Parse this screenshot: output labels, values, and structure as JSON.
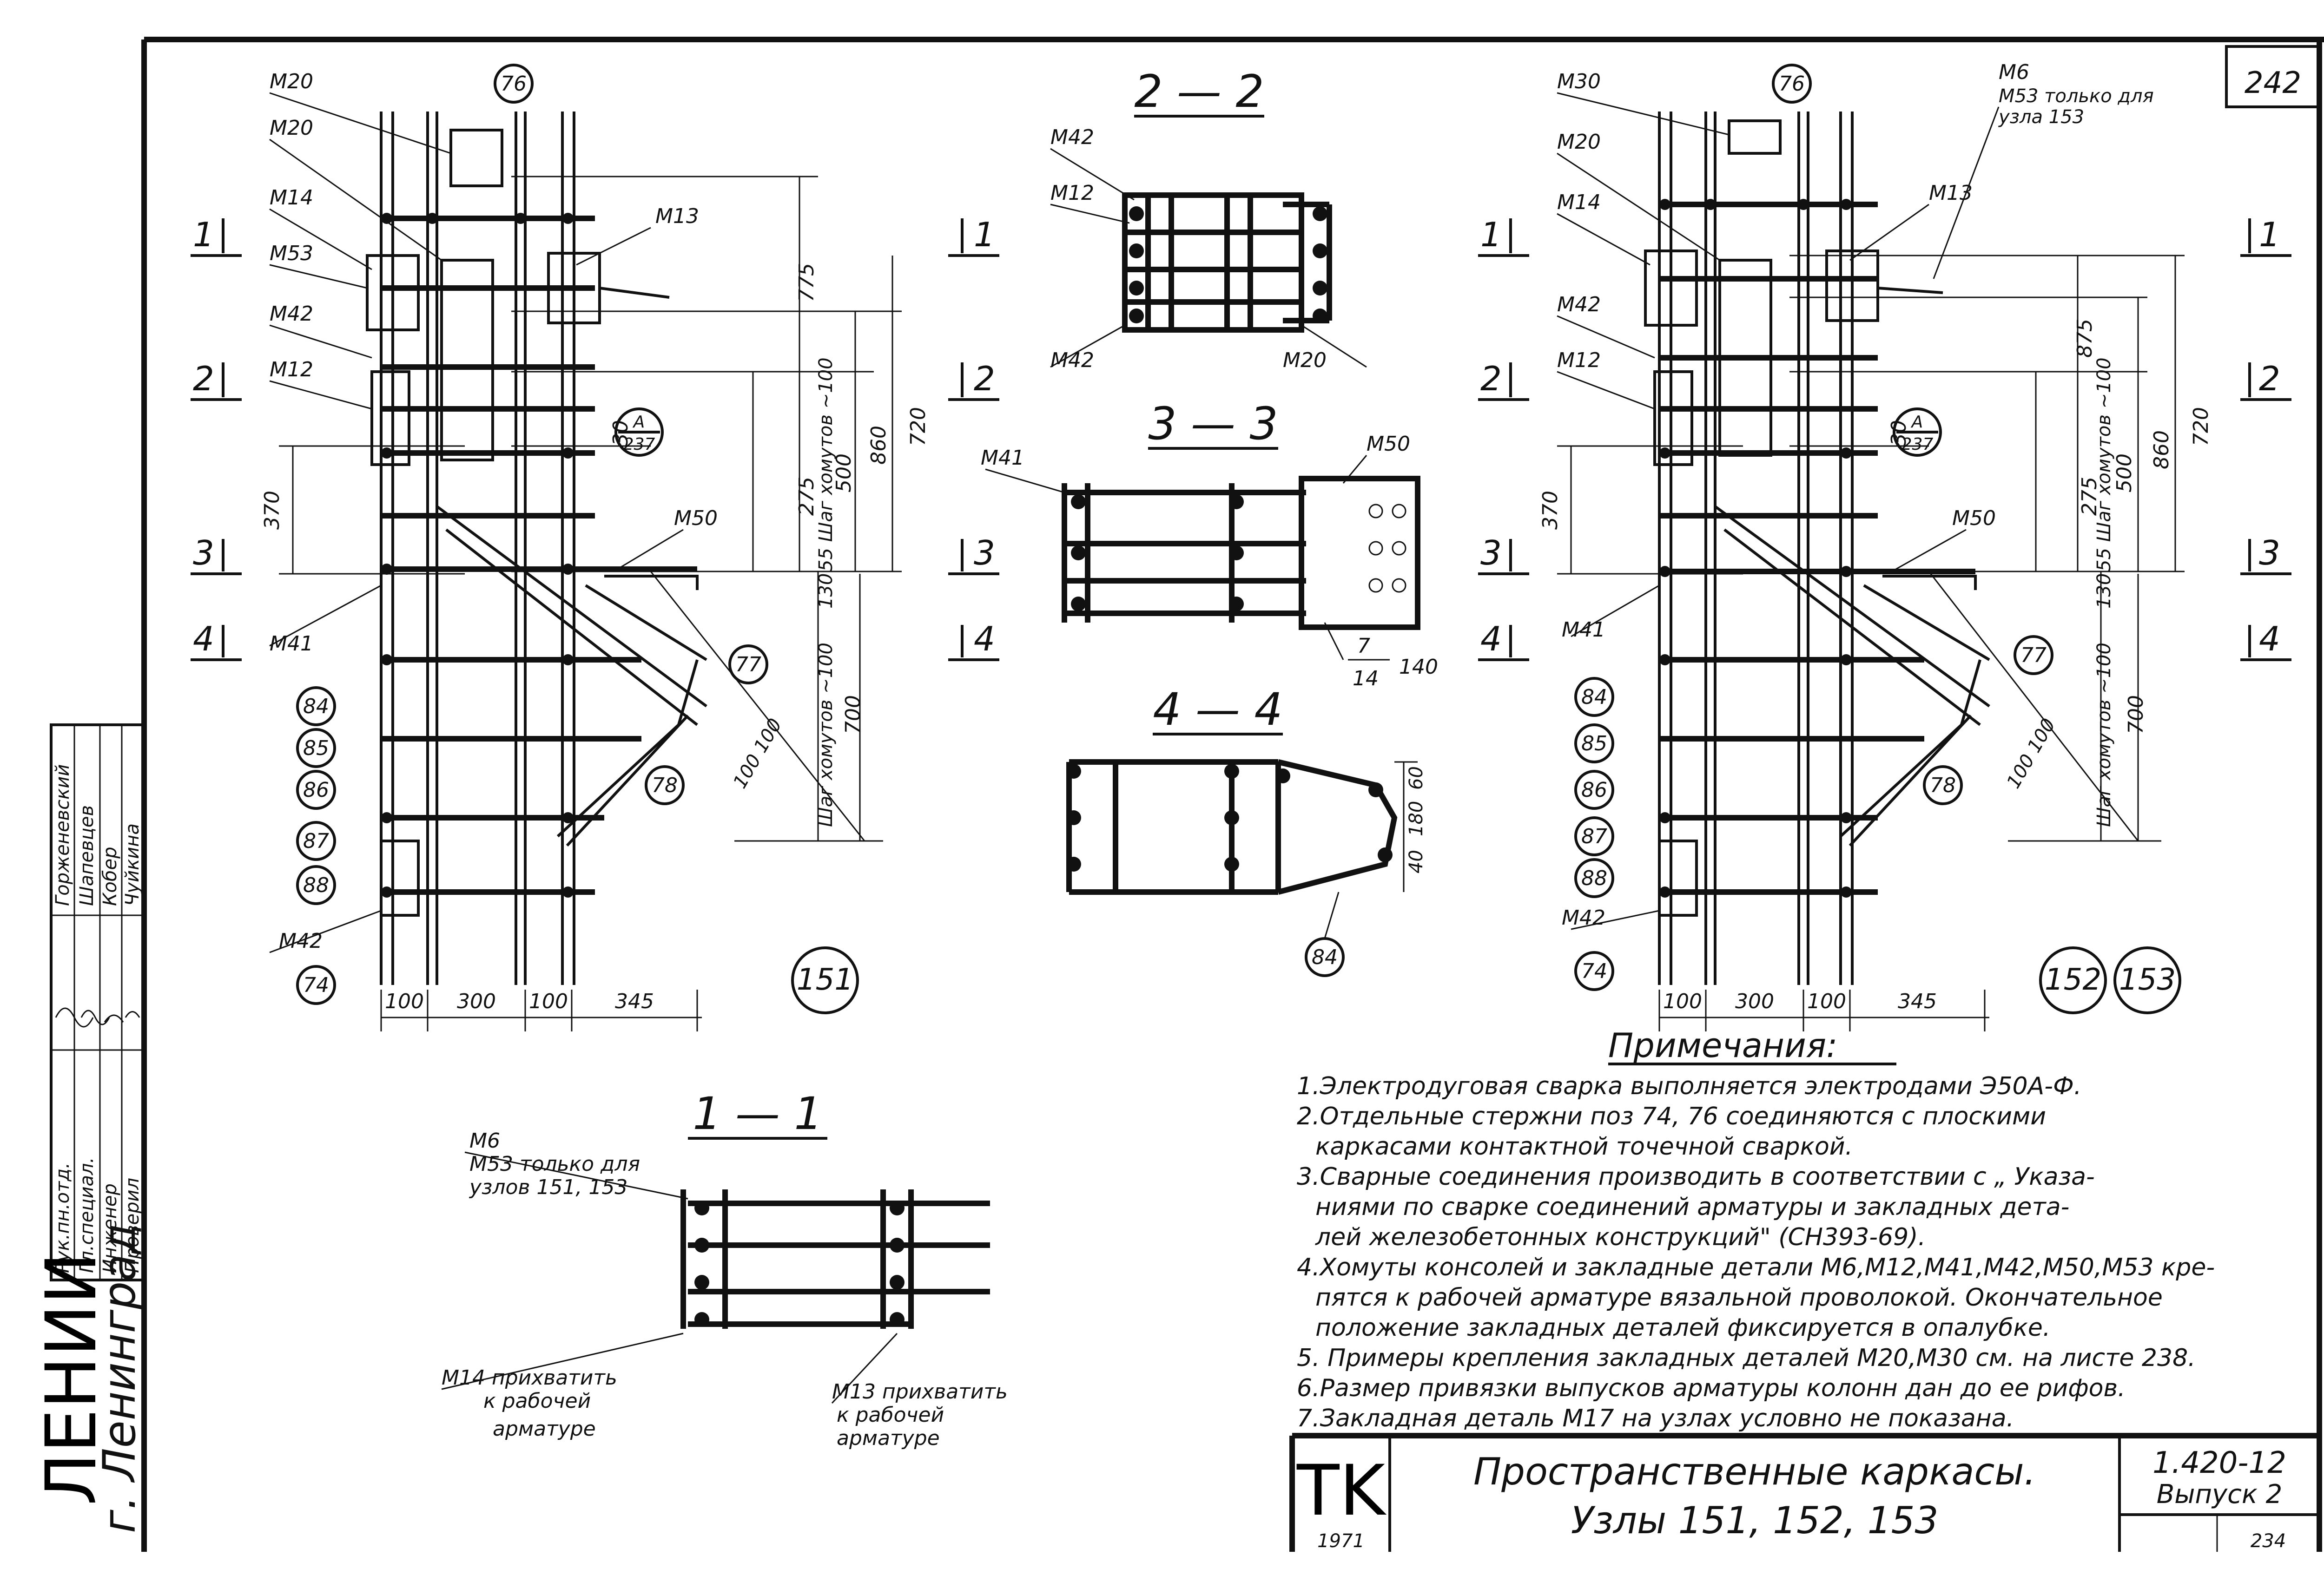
{
  "sheet": {
    "number": "242",
    "stamp": "TK",
    "stamp_sub": "1971",
    "title_line1": "Пространственные каркасы.",
    "title_line2": "Узлы 151, 152, 153",
    "series": "1.420-12",
    "issue": "Выпуск 2",
    "footer_small": "234"
  },
  "org": {
    "logo": "ЛЕНИИ",
    "city": "г. Ленинград",
    "roles": [
      "Рук.пн.отд.",
      "Гл.специал.",
      "Инженер",
      "Проверил"
    ],
    "names": [
      "Горженевский",
      "Шапевцев",
      "Кобер",
      "Чуйкина"
    ]
  },
  "sections": {
    "s11": "1 — 1",
    "s22": "2 — 2",
    "s33": "3 — 3",
    "s44": "4 — 4"
  },
  "node_left": {
    "node": "151",
    "labels": {
      "m20a": "М20",
      "m20b": "М20",
      "m14": "М14",
      "m53": "М53",
      "m42": "М42",
      "m12": "М12",
      "m41": "М41",
      "m42b": "М42",
      "m13": "М13",
      "m50": "М50",
      "pos76": "76",
      "pos77": "77",
      "pos78": "78",
      "pos84": "84",
      "pos85": "85",
      "pos86": "86",
      "pos87": "87",
      "pos88": "88",
      "pos74": "74",
      "callout_a": "А",
      "callout_sheet": "237"
    },
    "dims": {
      "d775": "775",
      "d720": "720",
      "d860": "860",
      "d500": "500",
      "d275": "275",
      "d30": "30",
      "d370": "370",
      "d700": "700",
      "shag100": "55 Шаг хомутов ~100",
      "shag130": "130",
      "shag_lower": "Шаг хомутов ~100",
      "d100_100": "100 100",
      "b100": "100",
      "b300": "300",
      "b100b": "100",
      "b345": "345"
    },
    "cuts": {
      "c1": "1",
      "c2": "2",
      "c3": "3",
      "c4": "4"
    }
  },
  "node_right": {
    "node_a": "152",
    "node_b": "153",
    "labels": {
      "m30": "М30",
      "m20": "М20",
      "m14": "М14",
      "m42": "М42",
      "m12": "М12",
      "m41": "М41",
      "m42b": "М42",
      "m13": "М13",
      "m50": "М50",
      "m6": "М6",
      "m53_only": "М53 только для",
      "m53_node": "узла 153",
      "pos76": "76",
      "pos77": "77",
      "pos78": "78",
      "pos84": "84",
      "pos85": "85",
      "pos86": "86",
      "pos87": "87",
      "pos88": "88",
      "pos74": "74",
      "callout_a": "А",
      "callout_sheet": "237"
    },
    "dims": {
      "d875": "875",
      "d720": "720",
      "d860": "860",
      "d500": "500",
      "d275": "275",
      "d30": "30",
      "d370": "370",
      "d700": "700",
      "shag100": "55 Шаг хомутов ~100",
      "shag130": "130",
      "shag_lower": "Шаг хомутов ~100",
      "d100_100": "100 100",
      "b100": "100",
      "b300": "300",
      "b100b": "100",
      "b345": "345"
    },
    "cuts": {
      "c1": "1",
      "c2": "2",
      "c3": "3",
      "c4": "4"
    }
  },
  "sec22": {
    "m42a": "М42",
    "m12": "М12",
    "m42b": "М42",
    "m20": "М20"
  },
  "sec33": {
    "m41": "М41",
    "m50": "М50",
    "frac_top": "7",
    "frac_bot": "14",
    "d140": "140"
  },
  "sec44": {
    "d60": "60",
    "d180": "180",
    "d40": "40",
    "pos84": "84"
  },
  "sec11": {
    "m6": "М6",
    "m53_only": "М53 только для",
    "m53_nodes": "узлов 151, 153",
    "m14_l1": "М14 прихватить",
    "m14_l2": "к рабочей",
    "m14_l3": "арматуре",
    "m13_l1": "М13 прихватить",
    "m13_l2": "к рабочей",
    "m13_l3": "арматуре"
  },
  "notes": {
    "heading": "Примечания:",
    "lines": [
      "1.Электродуговая сварка выполняется электродами Э50А-Ф.",
      "2.Отдельные стержни поз 74, 76 соединяются с плоскими",
      "каркасами контактной точечной сваркой.",
      "3.Сварные соединения производить в соответствии с „ Указа-",
      "ниями по сварке соединений арматуры и закладных дета-",
      "лей железобетонных конструкций\" (СН393-69).",
      "4.Хомуты консолей и закладные детали М6,М12,М41,М42,М50,М53 кре-",
      "пятся к рабочей арматуре вязальной проволокой. Окончательное",
      "положение закладных деталей фиксируется в опалубке.",
      "5. Примеры крепления закладных деталей М20,М30 см. на листе 238.",
      "6.Размер привязки выпусков арматуры колонн дан до ее рифов.",
      "7.Закладная деталь М17 на узлах условно не показана."
    ]
  }
}
